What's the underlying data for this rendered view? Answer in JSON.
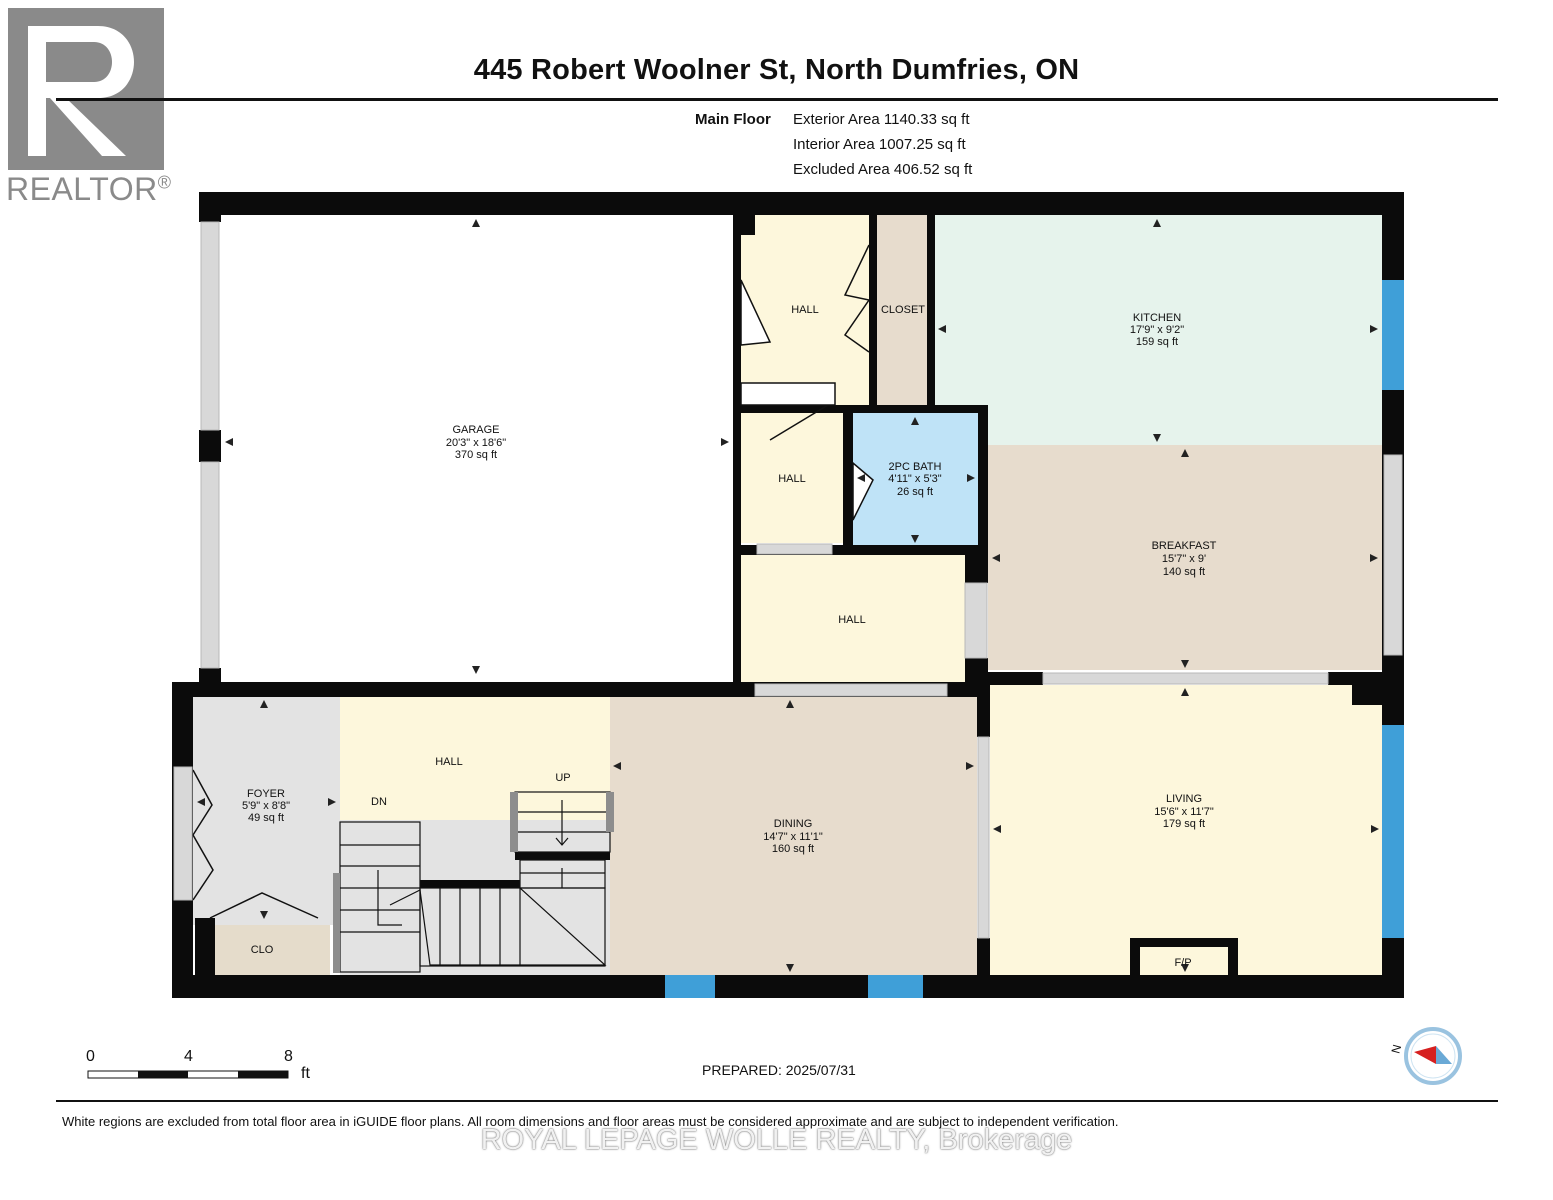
{
  "header": {
    "title": "445 Robert Woolner St, North Dumfries, ON"
  },
  "logo": {
    "text": "REALTOR",
    "mark": "®",
    "color": "#8a8a8a"
  },
  "areas": {
    "floor": "Main Floor",
    "exterior": "Exterior Area 1140.33 sq ft",
    "interior": "Interior Area 1007.25 sq ft",
    "excluded": "Excluded Area 406.52 sq ft"
  },
  "colors": {
    "wall": "#0b0b0b",
    "window": "#3f9fd8",
    "garage": "#ffffff",
    "hall": "#fdf7dc",
    "kitchen": "#e6f3ec",
    "bath": "#bfe3f7",
    "beige": "#e7dccd",
    "grey": "#e3e3e3",
    "clo": "#e5dccb"
  },
  "rooms": {
    "garage": {
      "name": "GARAGE",
      "dims": "20'3\" x 18'6\"",
      "area": "370 sq ft"
    },
    "hall_top": {
      "name": "HALL"
    },
    "closet": {
      "name": "CLOSET"
    },
    "kitchen": {
      "name": "KITCHEN",
      "dims": "17'9\" x 9'2\"",
      "area": "159 sq ft"
    },
    "hall_mid": {
      "name": "HALL"
    },
    "bath": {
      "name": "2PC BATH",
      "dims": "4'11\" x 5'3\"",
      "area": "26 sq ft"
    },
    "breakfast": {
      "name": "BREAKFAST",
      "dims": "15'7\" x 9'",
      "area": "140 sq ft"
    },
    "hall_low": {
      "name": "HALL"
    },
    "foyer": {
      "name": "FOYER",
      "dims": "5'9\" x 8'8\"",
      "area": "49 sq ft"
    },
    "hall_bot": {
      "name": "HALL"
    },
    "dining": {
      "name": "DINING",
      "dims": "14'7\" x 11'1\"",
      "area": "160 sq ft"
    },
    "living": {
      "name": "LIVING",
      "dims": "15'6\" x 11'7\"",
      "area": "179 sq ft"
    },
    "clo": {
      "name": "CLO"
    },
    "fp": {
      "name": "F/P"
    },
    "up": {
      "name": "UP"
    },
    "dn": {
      "name": "DN"
    }
  },
  "scale": {
    "ticks": [
      "0",
      "4",
      "8"
    ],
    "unit": "ft"
  },
  "compass": {
    "label": "N"
  },
  "prepared": "PREPARED: 2025/07/31",
  "footer": "White regions are excluded from total floor area in iGUIDE floor plans. All room dimensions and floor areas must be considered approximate and are subject to independent verification.",
  "watermark": "ROYAL LEPAGE WOLLE REALTY, Brokerage"
}
